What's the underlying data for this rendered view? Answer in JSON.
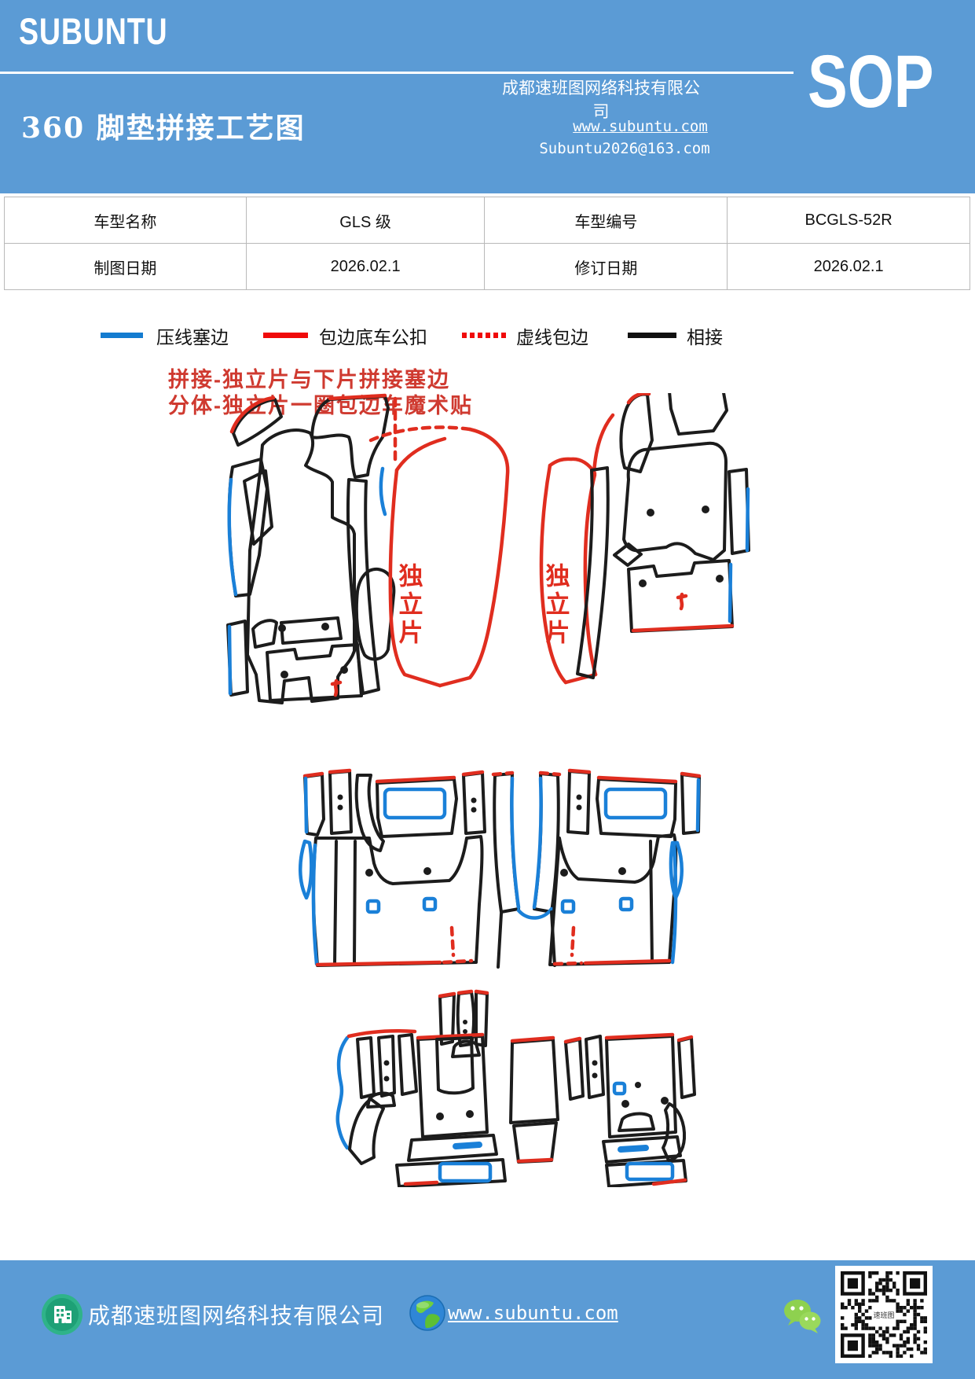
{
  "page": {
    "accent_blue": "#5b9bd5",
    "background": "#ffffff"
  },
  "header": {
    "brand": "SUBUNTU",
    "company": "成都速班图网络科技有限公司",
    "title": "360 脚垫拼接工艺图",
    "website": "www.subuntu.com",
    "email": "Subuntu2026@163.com",
    "sop_label": "SOP"
  },
  "info_table": {
    "rows": [
      {
        "cells": [
          "车型名称",
          "GLS 级",
          "车型编号",
          "BCGLS-52R"
        ]
      },
      {
        "cells": [
          "制图日期",
          "2026.02.1",
          "修订日期",
          "2026.02.1"
        ]
      }
    ]
  },
  "legend": {
    "items": [
      {
        "label": "压线塞边",
        "color": "#147cd0",
        "style": "solid"
      },
      {
        "label": "包边底车公扣",
        "color": "#f00a0a",
        "style": "solid"
      },
      {
        "label": "虚线包边",
        "color": "#f00a0a",
        "style": "dashed"
      },
      {
        "label": "相接",
        "color": "#111111",
        "style": "solid"
      }
    ]
  },
  "annotation": {
    "line1": "拼接-独立片与下片拼接塞边",
    "line2": "分体-独立片一圈包边车魔术贴",
    "color": "#cf3a30"
  },
  "diagram": {
    "independent_piece_label": "独立片",
    "line_colors": {
      "black": "#1c1c1c",
      "red": "#e02d1f",
      "blue": "#1a80d8"
    }
  },
  "footer": {
    "company": "成都速班图网络科技有限公司",
    "website": "www.subuntu.com",
    "icons": [
      "building-icon",
      "globe-icon",
      "wechat-icon",
      "qr-code"
    ]
  }
}
